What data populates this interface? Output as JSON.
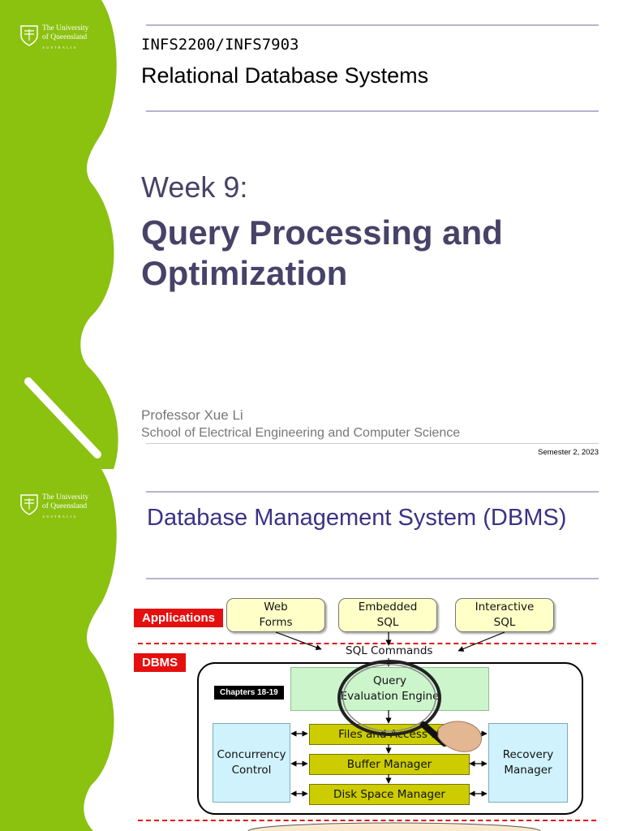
{
  "slide1": {
    "logo": {
      "line1": "The University",
      "line2": "of Queensland",
      "line3": "AUSTRALIA"
    },
    "course_code": "INFS2200/INFS7903",
    "course_name": "Relational Database Systems",
    "week": "Week 9:",
    "title": "Query Processing and Optimization",
    "presenter": "Professor Xue Li",
    "school": "School of Electrical Engineering and Computer Science",
    "semester": "Semester 2, 2023"
  },
  "slide2": {
    "logo": {
      "line1": "The University",
      "line2": "of Queensland",
      "line3": "AUSTRALIA"
    },
    "title": "Database Management System (DBMS)",
    "diagram": {
      "applications_tag": "Applications",
      "dbms_tag": "DBMS",
      "app_boxes": [
        "Web\nForms",
        "Embedded\nSQL",
        "Interactive\nSQL"
      ],
      "sql_commands": "SQL Commands",
      "query_engine": "Query\nEvaluation Engine",
      "chapters_tag": "Chapters 18-19",
      "files_access": "Files and Access M",
      "buffer_manager": "Buffer Manager",
      "disk_space_manager": "Disk Space Manager",
      "concurrency_control": "Concurrency\nControl",
      "recovery_manager": "Recovery\nManager"
    }
  },
  "colors": {
    "green_band": "#8bc10f",
    "title_purple": "#474267",
    "slide2_title": "#3b3286",
    "rule": "#b7b3cf",
    "red_tag": "#e50f0f"
  }
}
